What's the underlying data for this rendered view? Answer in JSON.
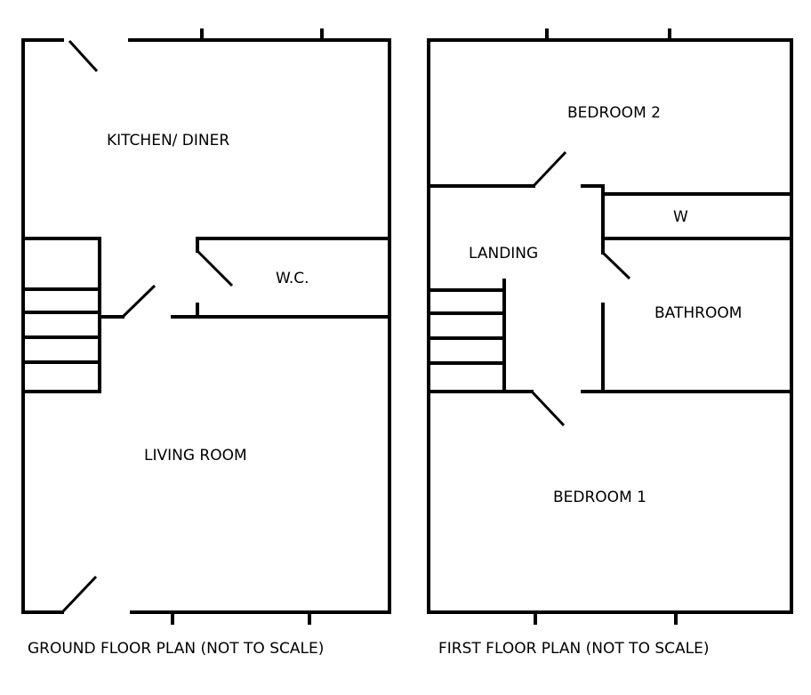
{
  "ground_floor": {
    "rooms": {
      "kitchen_diner": "KITCHEN/ DINER",
      "wc": "W.C.",
      "living_room": "LIVING ROOM"
    },
    "caption": "GROUND FLOOR PLAN (NOT TO SCALE)"
  },
  "first_floor": {
    "rooms": {
      "bedroom_2": "BEDROOM 2",
      "wardrobe": "W",
      "landing": "LANDING",
      "bathroom": "BATHROOM",
      "bedroom_1": "BEDROOM 1"
    },
    "caption": "FIRST FLOOR PLAN (NOT TO SCALE)"
  },
  "colors": {
    "line": "#000000",
    "background": "#ffffff"
  }
}
